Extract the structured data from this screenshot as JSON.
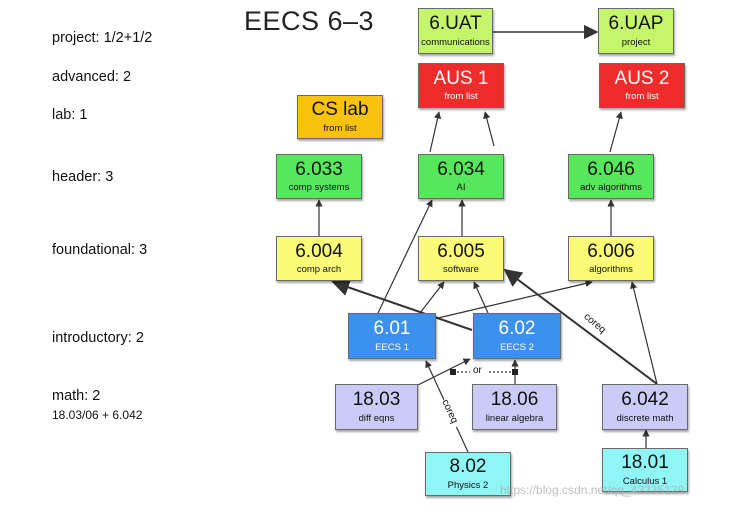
{
  "title": "EECS 6–3",
  "rows": {
    "project": "project: 1/2+1/2",
    "advanced": "advanced: 2",
    "lab": "lab: 1",
    "header": "header: 3",
    "foundational": "foundational: 3",
    "introductory": "introductory: 2",
    "math": "math: 2",
    "math_note": "18.03/06 + 6.042"
  },
  "boxes": {
    "uat": {
      "code": "6.UAT",
      "desc": "communications"
    },
    "uap": {
      "code": "6.UAP",
      "desc": "project"
    },
    "aus1": {
      "code": "AUS 1",
      "desc": "from list"
    },
    "aus2": {
      "code": "AUS 2",
      "desc": "from list"
    },
    "cslab": {
      "code": "CS lab",
      "desc": "from list"
    },
    "c6033": {
      "code": "6.033",
      "desc": "comp systems"
    },
    "c6034": {
      "code": "6.034",
      "desc": "AI"
    },
    "c6046": {
      "code": "6.046",
      "desc": "adv algorithms"
    },
    "c6004": {
      "code": "6.004",
      "desc": "comp arch"
    },
    "c6005": {
      "code": "6.005",
      "desc": "software"
    },
    "c6006": {
      "code": "6.006",
      "desc": "algorithms"
    },
    "c601": {
      "code": "6.01",
      "desc": "EECS 1"
    },
    "c602": {
      "code": "6.02",
      "desc": "EECS 2"
    },
    "c1803": {
      "code": "18.03",
      "desc": "diff eqns"
    },
    "c1806": {
      "code": "18.06",
      "desc": "linear algebra"
    },
    "c6042": {
      "code": "6.042",
      "desc": "discrete math"
    },
    "c802": {
      "code": "8.02",
      "desc": "Physics 2"
    },
    "c1801": {
      "code": "18.01",
      "desc": "Calculus 1"
    }
  },
  "labels": {
    "or": "or",
    "coreq_left": "coreq",
    "coreq_right": "coreq"
  },
  "watermark": "https://blog.csdn.net/qq_42235129",
  "colors": {
    "green_light": "#c5f56a",
    "red": "#ee2c2c",
    "orange": "#f9c20c",
    "green": "#56e85a",
    "yellow": "#fbfb78",
    "blue": "#3c91f0",
    "lavender": "#cbcbf8",
    "cyan": "#90f5f5"
  }
}
